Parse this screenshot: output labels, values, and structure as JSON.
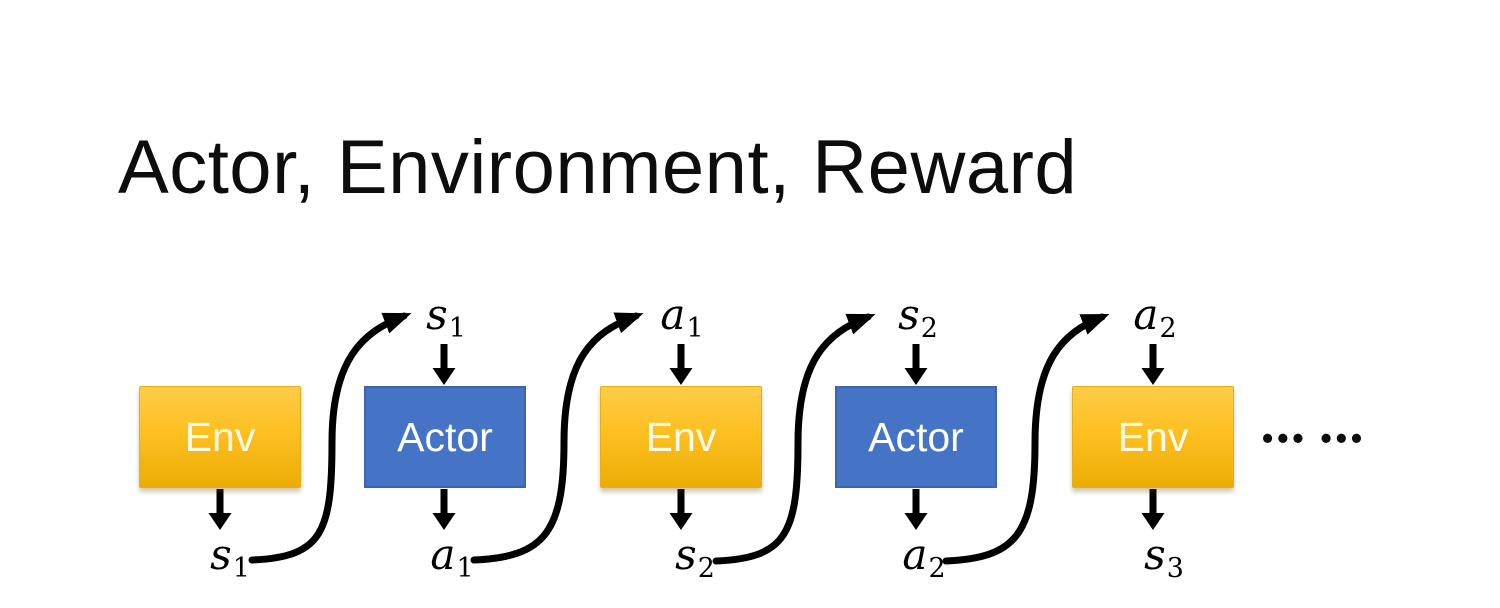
{
  "slide": {
    "title": "Actor, Environment, Reward",
    "ellipsis": "••• •••"
  },
  "boxes": [
    {
      "label": "Env",
      "type": "env"
    },
    {
      "label": "Actor",
      "type": "actor"
    },
    {
      "label": "Env",
      "type": "env"
    },
    {
      "label": "Actor",
      "type": "actor"
    },
    {
      "label": "Env",
      "type": "env"
    }
  ],
  "top_labels": [
    {
      "base": "s",
      "sub": "1"
    },
    {
      "base": "a",
      "sub": "1"
    },
    {
      "base": "s",
      "sub": "2"
    },
    {
      "base": "a",
      "sub": "2"
    }
  ],
  "bottom_labels": [
    {
      "base": "s",
      "sub": "1"
    },
    {
      "base": "a",
      "sub": "1"
    },
    {
      "base": "s",
      "sub": "2"
    },
    {
      "base": "a",
      "sub": "2"
    },
    {
      "base": "s",
      "sub": "3"
    }
  ],
  "colors": {
    "env_gradient_top": "#FFCC49",
    "env_gradient_bottom": "#ECAC05",
    "env_border": "#E8AE14",
    "env_text": "#FFFAE8",
    "actor_fill": "#4573C5",
    "actor_border": "#3D65AB",
    "actor_text": "#FFFFFF",
    "arrow": "#000000",
    "title_text": "#0D0D0D",
    "background": "#FFFFFF"
  }
}
